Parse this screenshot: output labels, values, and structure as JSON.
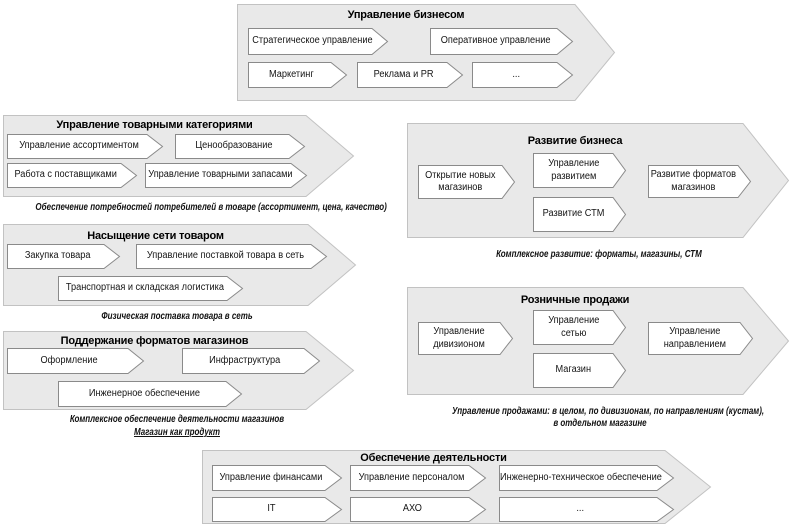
{
  "colors": {
    "outer_fill": "#e9e9e9",
    "outer_stroke": "#c2c2c2",
    "inner_fill": "#ffffff",
    "inner_stroke": "#8a8a8a",
    "text": "#141414"
  },
  "blocks": {
    "business": {
      "title": "Управление бизнесом",
      "items": {
        "strategic": "Стратегическое управление",
        "operational": "Оперативное управление",
        "marketing": "Маркетинг",
        "advertising": "Реклама и PR",
        "more": "..."
      }
    },
    "categories": {
      "title": "Управление товарными категориями",
      "items": {
        "assortment": "Управление ассортиментом",
        "pricing": "Ценообразование",
        "suppliers": "Работа с поставщиками",
        "stock": "Управление товарными запасами"
      },
      "caption": "Обеспечение потребностей потребителей в товаре (ассортимент, цена, качество)"
    },
    "saturation": {
      "title": "Насыщение сети товаром",
      "items": {
        "purchase": "Закупка товара",
        "supply": "Управление поставкой товара в сеть",
        "logistics": "Транспортная и складская логистика"
      },
      "caption": "Физическая поставка товара в сеть"
    },
    "formats": {
      "title": "Поддержание форматов магазинов",
      "items": {
        "design": "Оформление",
        "infrastructure": "Инфраструктура",
        "engineering": "Инженерное обеспечение"
      },
      "caption_line1": "Комплексное обеспечение деятельности магазинов",
      "caption_line2": "Магазин как продукт"
    },
    "development": {
      "title": "Развитие бизнеса",
      "items": {
        "new_stores": "Открытие новых\nмагазинов",
        "dev_mgmt": "Управление\nразвитием",
        "stm": "Развитие СТМ",
        "format_dev": "Развитие форматов\nмагазинов"
      },
      "caption": "Комплексное развитие: форматы, магазины, СТМ"
    },
    "sales": {
      "title": "Розничные продажи",
      "items": {
        "division": "Управление\nдивизионом",
        "network": "Управление\nсетью",
        "store": "Магазин",
        "direction": "Управление\nнаправлением"
      },
      "caption_line1": "Управление продажами: в целом, по дивизионам, по направлениям (кустам),",
      "caption_line2": "в отдельном магазине"
    },
    "support": {
      "title": "Обеспечение деятельности",
      "items": {
        "finance": "Управление финансами",
        "hr": "Управление персоналом",
        "technical": "Инженерно-техническое обеспечение",
        "it": "IT",
        "aho": "АХО",
        "more": "..."
      }
    }
  }
}
